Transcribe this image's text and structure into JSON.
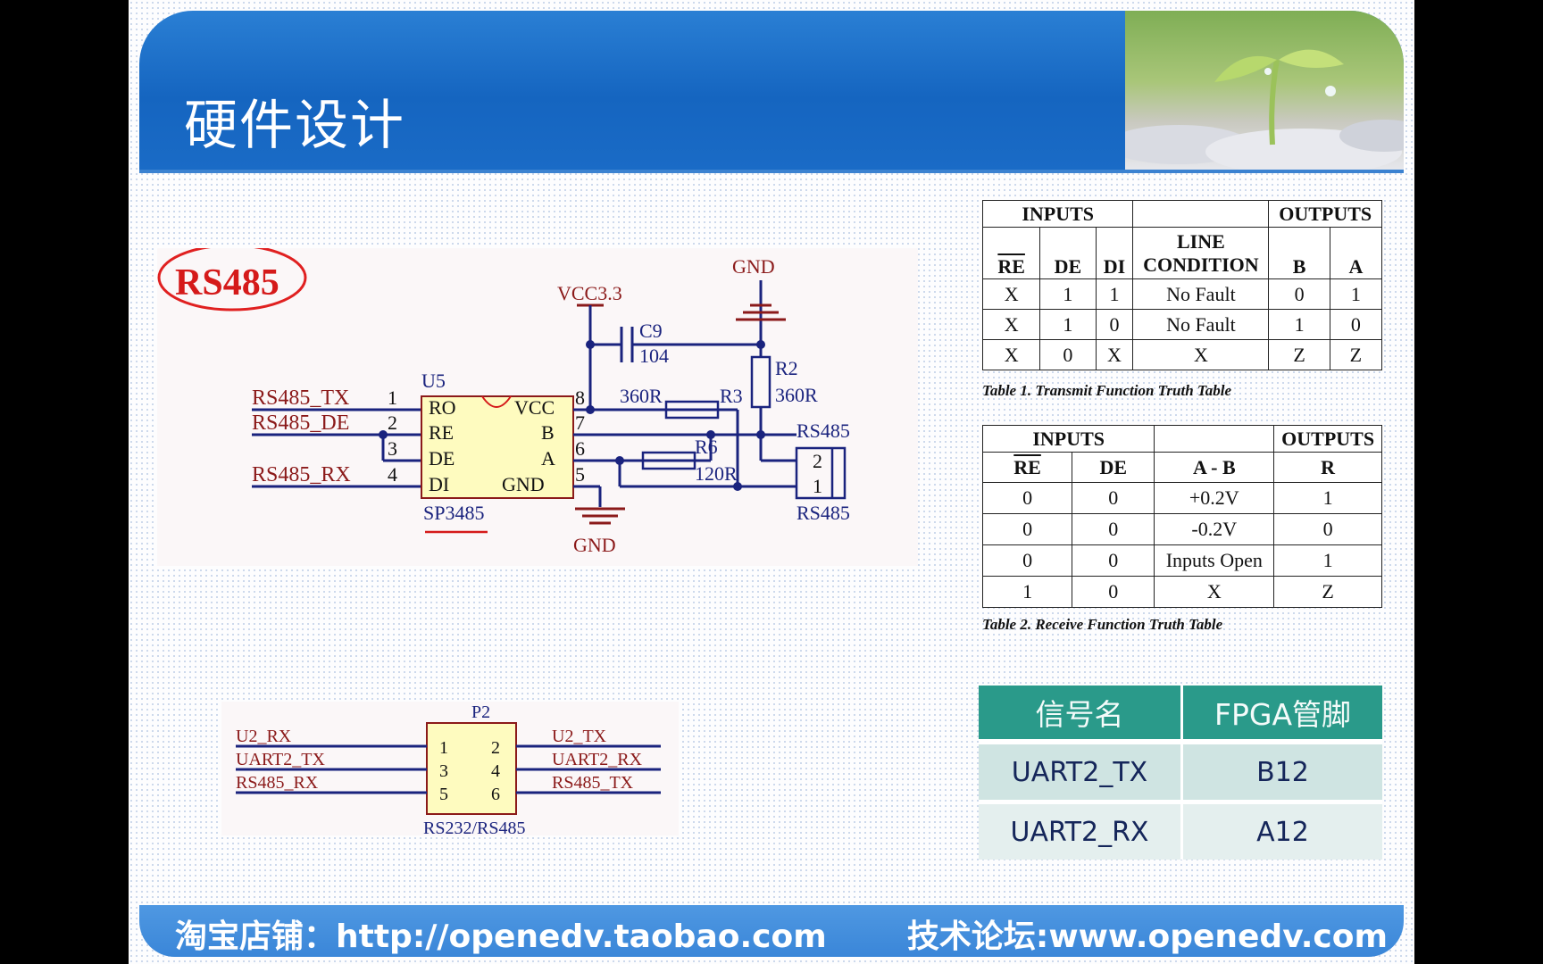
{
  "header": {
    "title": "硬件设计"
  },
  "schematic": {
    "stamp": "RS485",
    "chip_ref": "U5",
    "chip_part": "SP3485",
    "chip_pins_left": [
      "RO",
      "RE",
      "DE",
      "DI"
    ],
    "chip_pins_right": [
      "VCC",
      "B",
      "A",
      "GND"
    ],
    "pin_nums_left": [
      "1",
      "2",
      "3",
      "4"
    ],
    "pin_nums_right": [
      "8",
      "7",
      "6",
      "5"
    ],
    "nets_left": [
      "RS485_TX",
      "RS485_DE",
      "RS485_RX"
    ],
    "vcc": "VCC3.3",
    "gnd_top": "GND",
    "gnd_bottom": "GND",
    "c9_ref": "C9",
    "c9_val": "104",
    "r2_ref": "R2",
    "r2_val": "360R",
    "r3_ref": "R3",
    "r3_val": "360R",
    "r6_ref": "R6",
    "r6_val": "120R",
    "conn_label_top": "RS485",
    "conn_label_bottom": "RS485",
    "conn_pins": [
      "2",
      "1"
    ]
  },
  "header_p2": {
    "ref": "P2",
    "part": "RS232/RS485",
    "left_nets": [
      "U2_RX",
      "UART2_TX",
      "RS485_RX"
    ],
    "right_nets": [
      "U2_TX",
      "UART2_RX",
      "RS485_TX"
    ],
    "pins_left": [
      "1",
      "3",
      "5"
    ],
    "pins_right": [
      "2",
      "4",
      "6"
    ]
  },
  "table1": {
    "group_inputs": "INPUTS",
    "group_outputs": "OUTPUTS",
    "headers": [
      "RE",
      "DE",
      "DI",
      "LINE CONDITION",
      "B",
      "A"
    ],
    "line_cond_top": "LINE",
    "line_cond_bottom": "CONDITION",
    "rows": [
      [
        "X",
        "1",
        "1",
        "No Fault",
        "0",
        "1"
      ],
      [
        "X",
        "1",
        "0",
        "No Fault",
        "1",
        "0"
      ],
      [
        "X",
        "0",
        "X",
        "X",
        "Z",
        "Z"
      ]
    ],
    "caption": "Table 1. Transmit Function Truth Table"
  },
  "table2": {
    "group_inputs": "INPUTS",
    "group_outputs": "OUTPUTS",
    "headers": [
      "RE",
      "DE",
      "A - B",
      "R"
    ],
    "rows": [
      [
        "0",
        "0",
        "+0.2V",
        "1"
      ],
      [
        "0",
        "0",
        "-0.2V",
        "0"
      ],
      [
        "0",
        "0",
        "Inputs Open",
        "1"
      ],
      [
        "1",
        "0",
        "X",
        "Z"
      ]
    ],
    "caption": "Table 2. Receive Function Truth Table"
  },
  "pin_table": {
    "headers": [
      "信号名",
      "FPGA管脚"
    ],
    "rows": [
      [
        "UART2_TX",
        "B12"
      ],
      [
        "UART2_RX",
        "A12"
      ]
    ],
    "colors": {
      "header_bg": "#2a9a8a",
      "row_bg": "#cfe4e2",
      "text": "#15265a"
    }
  },
  "footer": {
    "left": "淘宝店铺：http://openedv.taobao.com",
    "right": "技术论坛:www.openedv.com"
  }
}
